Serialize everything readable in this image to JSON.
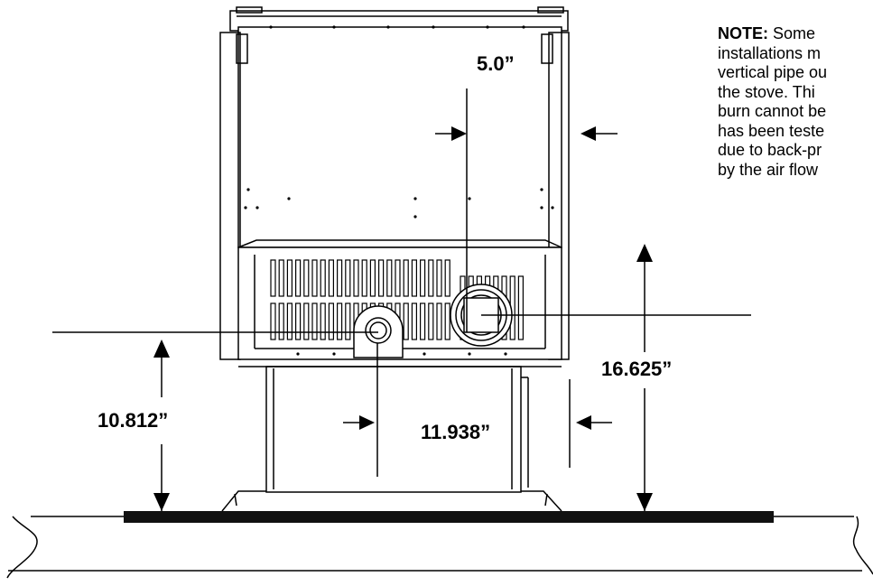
{
  "dimensions": {
    "top_gap": "5.0”",
    "right_height": "16.625”",
    "left_height": "10.812”",
    "center_gap": "11.938”"
  },
  "note": {
    "label": "NOTE:",
    "lines": [
      " Some",
      "installations m",
      "vertical pipe ou",
      "the stove.  Thi",
      "burn cannot be",
      "has been teste",
      "due to back-pr",
      "by the air flow"
    ]
  },
  "colors": {
    "ink": "#000000",
    "paper": "#ffffff",
    "floor": "#111111"
  }
}
